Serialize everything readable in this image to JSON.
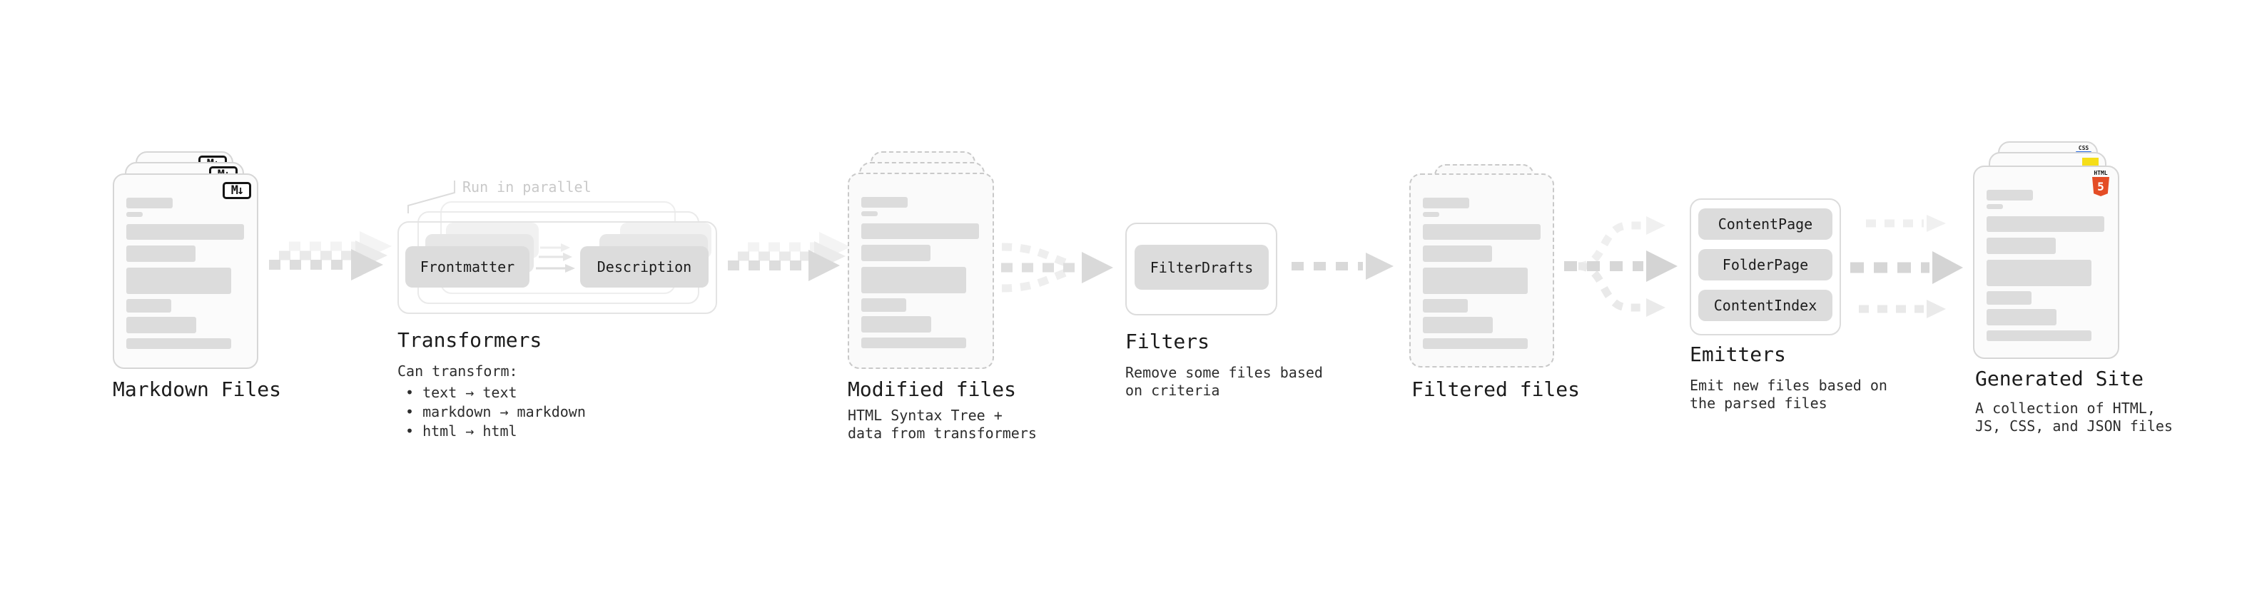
{
  "diagram": {
    "markdown": {
      "title": "Markdown Files",
      "badge": "M↓"
    },
    "transformers": {
      "annotation": "Run in parallel",
      "pills": [
        "Frontmatter",
        "Description"
      ],
      "title": "Transformers",
      "subtitle": "Can transform:",
      "bullets": [
        "• text → text",
        "• markdown → markdown",
        "• html → html"
      ]
    },
    "modified": {
      "title": "Modified files",
      "description": "HTML Syntax Tree +\ndata from transformers"
    },
    "filters": {
      "pill": "FilterDrafts",
      "title": "Filters",
      "description": "Remove some files based\non criteria"
    },
    "filtered": {
      "title": "Filtered files"
    },
    "emitters": {
      "pills": [
        "ContentPage",
        "FolderPage",
        "ContentIndex"
      ],
      "title": "Emitters",
      "description": "Emit new files based on\nthe parsed files"
    },
    "generated": {
      "title": "Generated Site",
      "description": "A collection of HTML,\nJS, CSS, and JSON files",
      "badges": {
        "css": "CSS",
        "html_label": "HTML",
        "html_number": "5"
      }
    }
  },
  "colors": {
    "arrow_front": "#d9d9d9",
    "arrow_mid": "#e9e9e9",
    "arrow_back": "#f3f3f3",
    "html5_orange": "#e44d26",
    "js_yellow": "#f5de19",
    "css_blue": "#2c6be0",
    "pill_gray": "#dcdcdc",
    "text_dark": "#1b1b1b",
    "annotation_gray": "#c9c9c9"
  }
}
